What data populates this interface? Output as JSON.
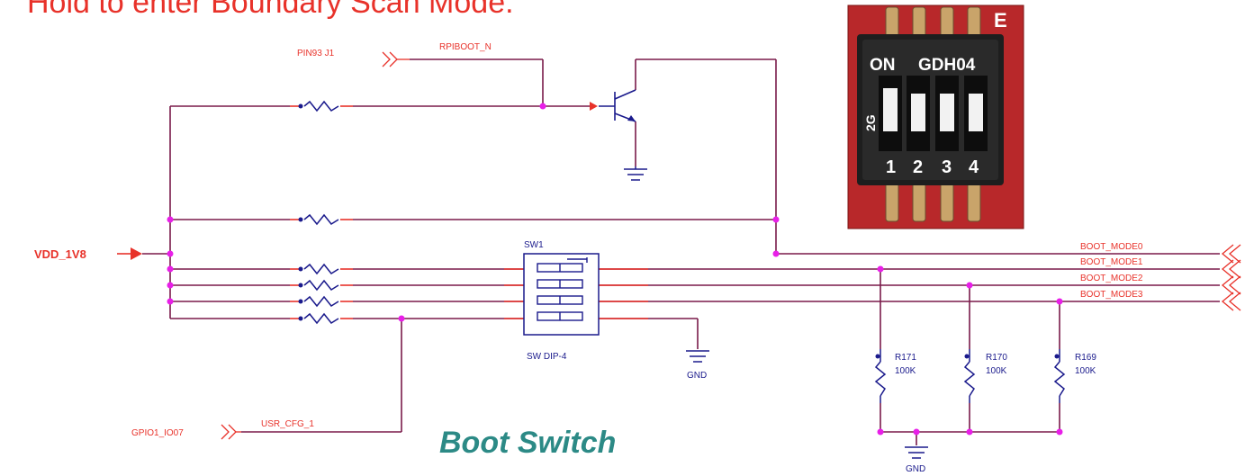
{
  "header_text": "Hold to enter Boundary Scan Mode.",
  "caption": "Boot Switch",
  "power_net": "VDD_1V8",
  "nets": {
    "pin93": "PIN93 J1",
    "rpiboot": "RPIBOOT_N",
    "gpio": "GPIO1_IO07",
    "usr_cfg": "USR_CFG_1",
    "boot_modes": [
      "BOOT_MODE0",
      "BOOT_MODE1",
      "BOOT_MODE2",
      "BOOT_MODE3"
    ]
  },
  "switch": {
    "ref": "SW1",
    "value": "SW DIP-4"
  },
  "resistors": [
    {
      "ref": "R171",
      "value": "100K"
    },
    {
      "ref": "R170",
      "value": "100K"
    },
    {
      "ref": "R169",
      "value": "100K"
    }
  ],
  "gnd_labels": [
    "GND",
    "GND"
  ],
  "photo": {
    "on_label": "ON",
    "part_label": "GDH04",
    "side_label": "2G",
    "switch_numbers": [
      "1",
      "2",
      "3",
      "4"
    ],
    "corner_mark": "E"
  },
  "colors": {
    "wire": "#7a1a4a",
    "node": "#e81fe8",
    "net_label": "#e8322a",
    "symbol": "#1a1a8c",
    "caption": "#2c8a86",
    "pcb": "#b8282a"
  }
}
